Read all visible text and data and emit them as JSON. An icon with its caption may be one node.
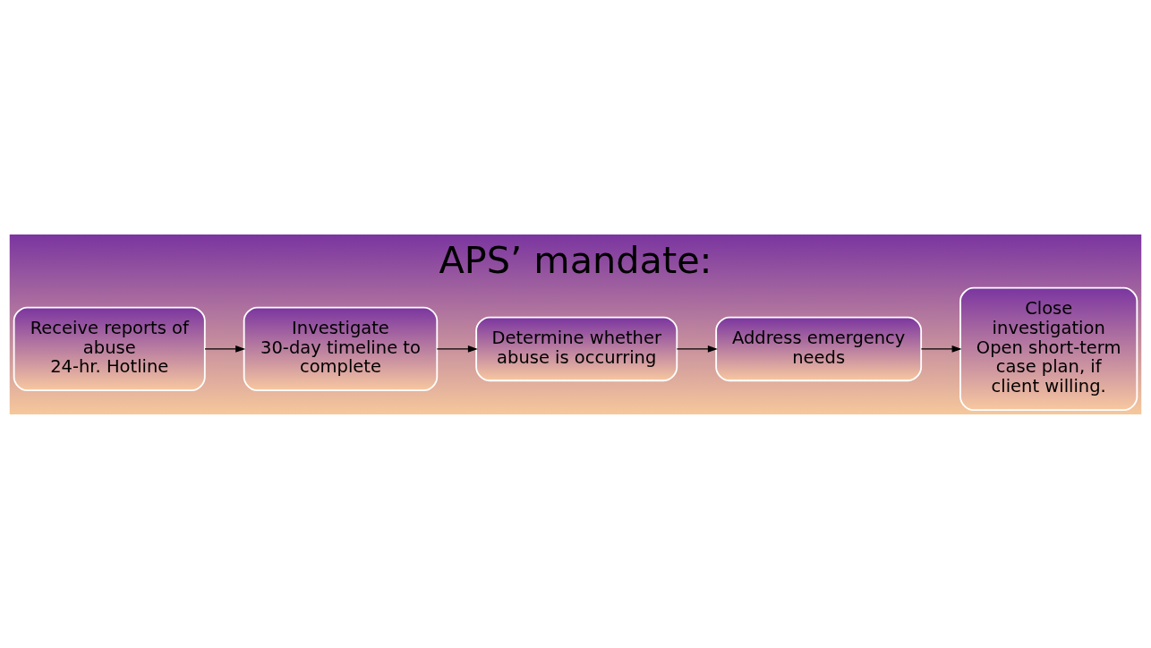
{
  "diagram": {
    "title": "APS’ mandate:",
    "nodes": [
      {
        "text": [
          "Receive reports of abuse",
          "24-hr. Hotline"
        ]
      },
      {
        "text": [
          "Investigate",
          "30-day timeline to complete"
        ]
      },
      {
        "text": [
          "Determine whether abuse is occurring"
        ]
      },
      {
        "text": [
          "Address emergency needs"
        ]
      },
      {
        "text": [
          "Close investigation",
          "Open short-term case plan, if client willing."
        ]
      }
    ],
    "edges": [
      {
        "from": 0,
        "to": 1,
        "arrow": "to"
      },
      {
        "from": 1,
        "to": 2,
        "arrow": "to"
      },
      {
        "from": 2,
        "to": 3,
        "arrow": "to"
      },
      {
        "from": 3,
        "to": 4,
        "arrow": "to"
      }
    ]
  }
}
